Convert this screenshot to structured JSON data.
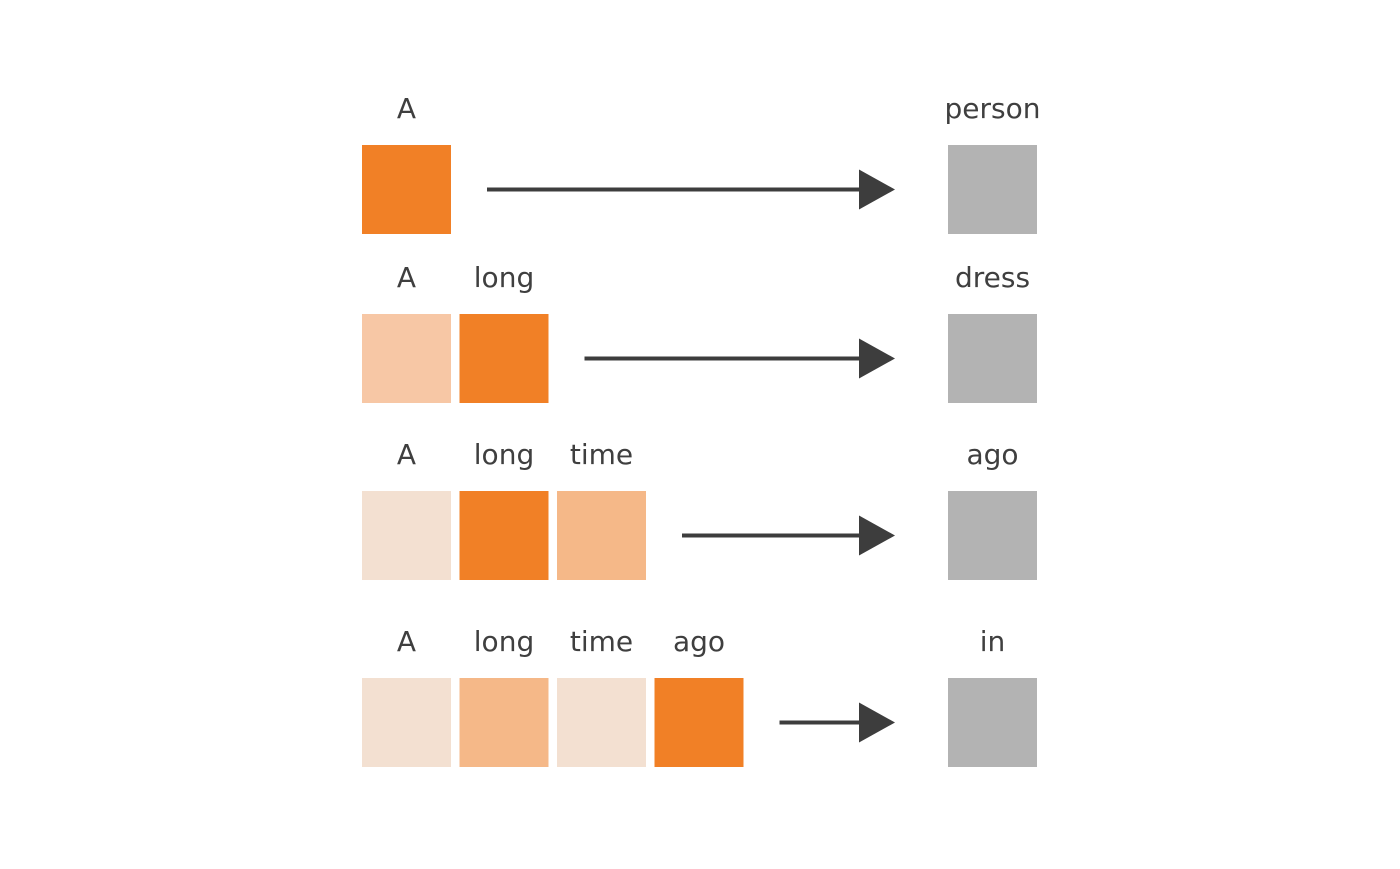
{
  "colors": {
    "weight_strong": "#f18026",
    "weight_medium": "#f5b888",
    "weight_light": "#f7c7a5",
    "weight_faint": "#f3e0d1",
    "output": "#b3b3b3",
    "arrow": "#3d3d3d",
    "text": "#3f3f3f"
  },
  "rows": [
    {
      "inputs": [
        {
          "word": "A",
          "weight": "strong"
        }
      ],
      "output": "person"
    },
    {
      "inputs": [
        {
          "word": "A",
          "weight": "light"
        },
        {
          "word": "long",
          "weight": "strong"
        }
      ],
      "output": "dress"
    },
    {
      "inputs": [
        {
          "word": "A",
          "weight": "faint"
        },
        {
          "word": "long",
          "weight": "strong"
        },
        {
          "word": "time",
          "weight": "medium"
        }
      ],
      "output": "ago"
    },
    {
      "inputs": [
        {
          "word": "A",
          "weight": "faint"
        },
        {
          "word": "long",
          "weight": "medium"
        },
        {
          "word": "time",
          "weight": "faint"
        },
        {
          "word": "ago",
          "weight": "strong"
        }
      ],
      "output": "in"
    }
  ]
}
